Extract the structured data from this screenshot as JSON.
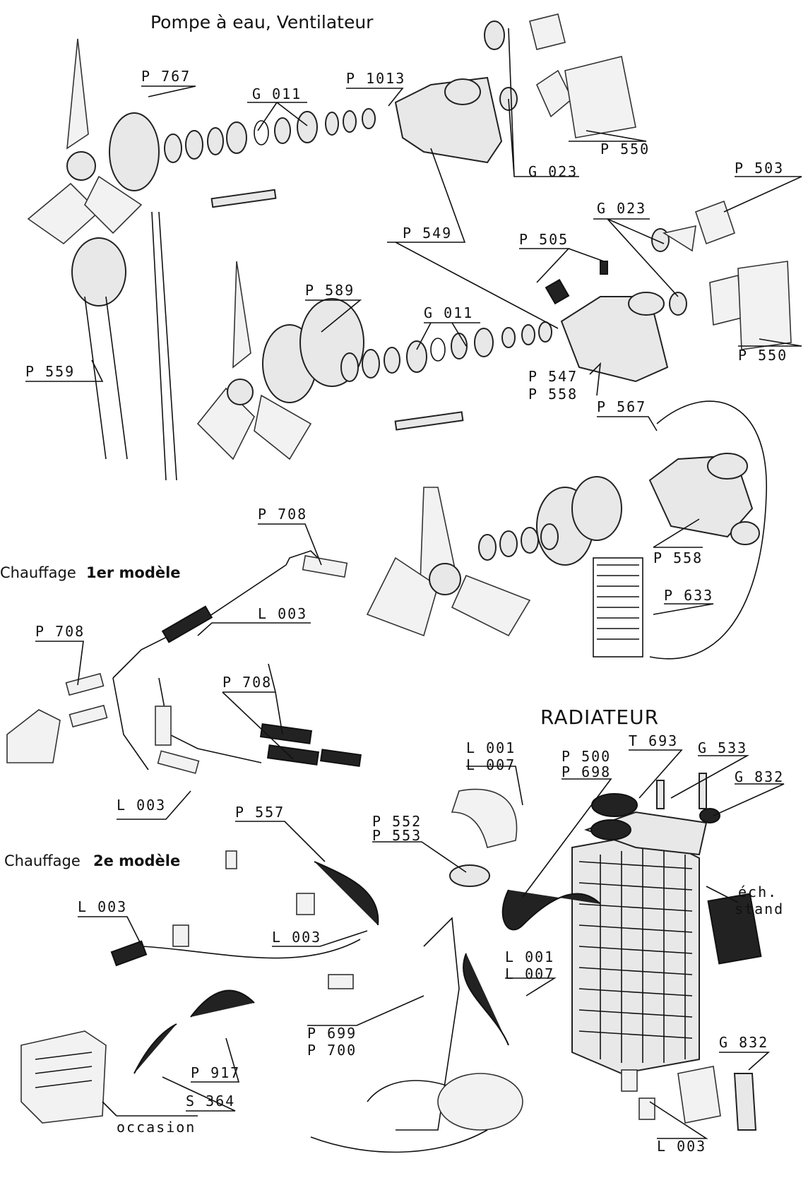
{
  "page": {
    "title": "Pompe à eau, Ventilateur",
    "radiator_title": "RADIATEUR",
    "heating1": {
      "prefix": "Chauffage",
      "model": "1er modèle"
    },
    "heating2": {
      "prefix": "Chauffage",
      "model": "2e modèle"
    }
  },
  "labels": {
    "p767": "P 767",
    "p1013": "P 1013",
    "g011a": "G 011",
    "p550a": "P 550",
    "g023a": "G 023",
    "p503": "P 503",
    "g023b": "G 023",
    "p549": "P 549",
    "p505": "P 505",
    "p589": "P 589",
    "g011b": "G 011",
    "p550b": "P 550",
    "p547": "P 547",
    "p558a": "P 558",
    "p559": "P 559",
    "p567": "P 567",
    "p708a": "P 708",
    "p558b": "P 558",
    "l003a": "L 003",
    "p708b": "P 708",
    "p633": "P 633",
    "p708c": "P 708",
    "l003b": "L 003",
    "t693": "T 693",
    "l001a": "L 001",
    "p500": "P 500",
    "g533": "G 533",
    "l007a": "L 007",
    "p698": "P 698",
    "g832a": "G 832",
    "p557": "P 557",
    "p552": "P 552",
    "p553": "P 553",
    "ech": "éch.",
    "stand": "stand",
    "l003c": "L 003",
    "l003d": "L 003",
    "l001b": "L 001",
    "l007b": "L 007",
    "p699": "P 699",
    "p700": "P 700",
    "p917": "P 917",
    "s364": "S 364",
    "g832b": "G 832",
    "occasion": "occasion",
    "l003e": "L 003"
  }
}
